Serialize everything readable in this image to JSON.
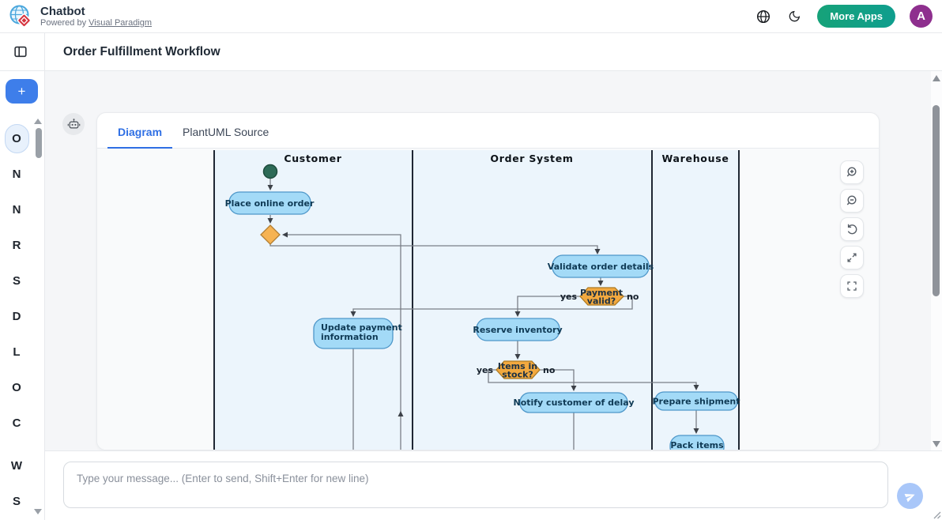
{
  "header": {
    "app_title": "Chatbot",
    "powered_by": "Powered by",
    "powered_by_link": "Visual Paradigm",
    "more_apps": "More Apps",
    "avatar_initial": "A"
  },
  "page": {
    "title": "Order Fulfillment Workflow"
  },
  "sidebar": {
    "new_chat_label": "+",
    "items": [
      {
        "label": "O",
        "selected": true
      },
      {
        "label": "N"
      },
      {
        "label": "N"
      },
      {
        "label": "R"
      },
      {
        "label": "S"
      },
      {
        "label": "D"
      },
      {
        "label": "L"
      },
      {
        "label": "O"
      },
      {
        "label": "C"
      },
      {
        "label": "W"
      },
      {
        "label": "S"
      }
    ]
  },
  "tabs": {
    "diagram": "Diagram",
    "plantuml": "PlantUML Source"
  },
  "diagram": {
    "lanes": [
      "Customer",
      "Order System",
      "Warehouse"
    ],
    "nodes": {
      "place_order": "Place online order",
      "validate": "Validate order details",
      "payment_q_line1": "Payment",
      "payment_q_line2": "valid?",
      "reserve": "Reserve inventory",
      "update_line1": "Update payment",
      "update_line2": "information",
      "stock_q_line1": "Items in",
      "stock_q_line2": "stock?",
      "notify": "Notify customer of delay",
      "prepare": "Prepare shipment",
      "pack": "Pack items"
    },
    "edge_labels": {
      "yes": "yes",
      "no": "no"
    }
  },
  "composer": {
    "placeholder": "Type your message... (Enter to send, Shift+Enter for new line)"
  },
  "colors": {
    "primary_blue": "#2f6fe4",
    "new_chat_blue": "#3e7eea",
    "more_apps_green": "#16a279",
    "avatar_purple": "#8e2f8e",
    "activity_fill": "#a3daf7",
    "activity_border": "#4e97c9",
    "decision_fill": "#f2a93f",
    "merge_fill": "#f6b352",
    "start_node_fill": "#2d6b57",
    "lane_fill": "#ecf5fc"
  }
}
